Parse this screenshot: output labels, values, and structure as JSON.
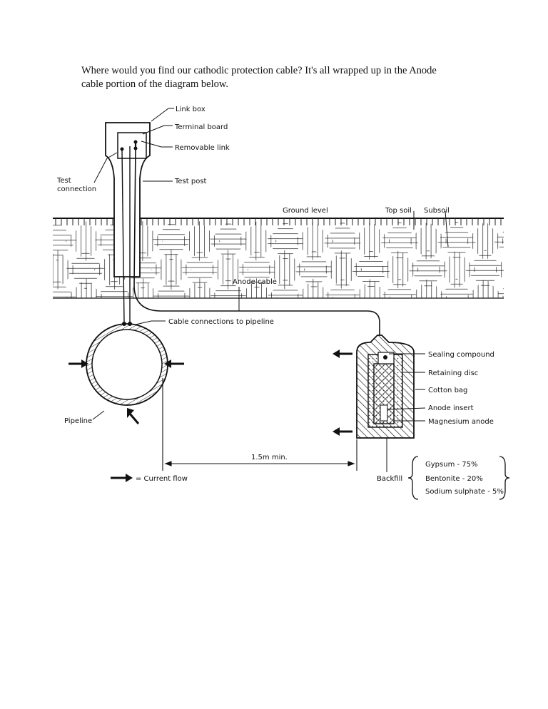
{
  "intro": {
    "line1": "Where would you find our cathodic protection cable? It's all wrapped up in the Anode",
    "line2": "cable portion of the diagram below."
  },
  "diagram": {
    "labels": {
      "link_box": "Link box",
      "terminal_board": "Terminal board",
      "removable_link": "Removable link",
      "test_connection_1": "Test",
      "test_connection_2": "connection",
      "test_post": "Test post",
      "ground_level": "Ground level",
      "top_soil": "Top soil",
      "subsoil": "Subsoil",
      "anode_cable": "Anode cable",
      "cable_connections": "Cable connections to pipeline",
      "sealing_compound": "Sealing compound",
      "retaining_disc": "Retaining disc",
      "cotton_bag": "Cotton bag",
      "anode_insert": "Anode insert",
      "magnesium_anode": "Magnesium anode",
      "pipeline": "Pipeline",
      "distance": "1.5m min.",
      "current_flow": "= Current flow",
      "backfill": "Backfill"
    },
    "backfill_mix": {
      "gypsum": "Gypsum - 75%",
      "bentonite": "Bentonite - 20%",
      "sodium_sulphate": "Sodium sulphate - 5%"
    }
  }
}
